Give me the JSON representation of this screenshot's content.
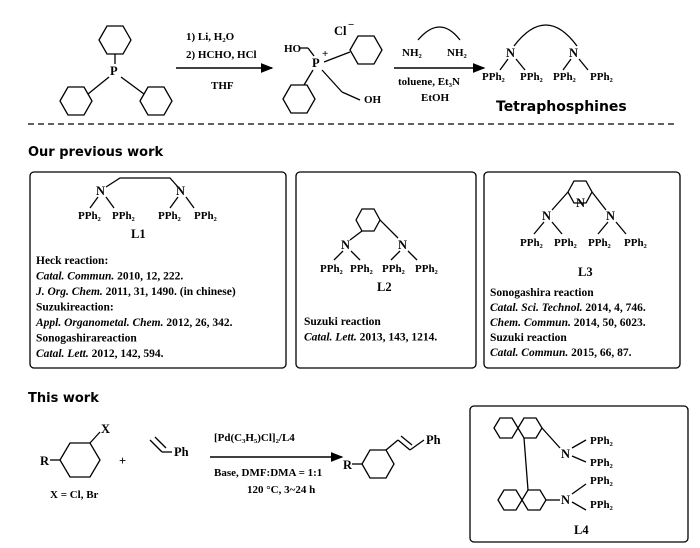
{
  "scheme": {
    "step1_reagents": [
      "1) Li, H₂O",
      "2) HCHO, HCl"
    ],
    "step1_solvent": "THF",
    "salt": {
      "anion": "Cl",
      "anion_charge": "−",
      "atom": "P",
      "atom_charge": "+",
      "left_group": "HO",
      "right_group": "OH"
    },
    "diamine": {
      "left": "NH₂",
      "right": "NH₂"
    },
    "step2_conditions": [
      "toluene, Et₃N",
      "EtOH"
    ],
    "product_N": "N",
    "product_groups": [
      "PPh₂",
      "PPh₂",
      "PPh₂",
      "PPh₂"
    ],
    "product_title": "Tetraphosphines",
    "ph3p_atom": "P"
  },
  "previous": {
    "heading": "Our previous work",
    "l1": {
      "label": "L1",
      "n": "N",
      "pph2": "PPh₂",
      "refs": [
        {
          "kind": "heading",
          "text": "Heck reaction:"
        },
        {
          "kind": "ref",
          "journal": "Catal. Commun.",
          "rest": " 2010, 12, 222."
        },
        {
          "kind": "ref",
          "journal": "J. Org. Chem.",
          "rest": " 2011, 31, 1490. (in chinese)"
        },
        {
          "kind": "heading",
          "text": "Suzukireaction:"
        },
        {
          "kind": "ref",
          "journal": "Appl. Organometal. Chem.",
          "rest": " 2012, 26, 342."
        },
        {
          "kind": "heading",
          "text": "Sonogashirareaction"
        },
        {
          "kind": "ref",
          "journal": "Catal. Lett.",
          "rest": " 2012, 142, 594."
        }
      ]
    },
    "l2": {
      "label": "L2",
      "refs": [
        {
          "kind": "heading",
          "text": "Suzuki reaction"
        },
        {
          "kind": "ref",
          "journal": "Catal. Lett.",
          "rest": " 2013, 143, 1214."
        }
      ]
    },
    "l3": {
      "label": "L3",
      "refs": [
        {
          "kind": "heading",
          "text": "Sonogashira reaction"
        },
        {
          "kind": "ref",
          "journal": "Catal. Sci. Technol.",
          "rest": " 2014, 4, 746."
        },
        {
          "kind": "ref",
          "journal": "Chem. Commun.",
          "rest": " 2014, 50, 6023."
        },
        {
          "kind": "heading",
          "text": "Suzuki reaction"
        },
        {
          "kind": "ref",
          "journal": "Catal. Commun.",
          "rest": " 2015, 66, 87."
        }
      ]
    }
  },
  "this_work": {
    "heading": "This work",
    "aryl_halide": {
      "sub_r": "R",
      "sub_x": "X",
      "caption": "X = Cl, Br"
    },
    "plus": "+",
    "styrene_ph": "Ph",
    "catalyst": "[Pd(C₃H₅)Cl]₂/L4",
    "conditions": [
      "Base, DMF:DMA = 1:1",
      "120 °C, 3~24 h"
    ],
    "product": {
      "r": "R",
      "ph": "Ph"
    },
    "l4": {
      "label": "L4",
      "n": "N",
      "pph2": "PPh₂"
    }
  }
}
